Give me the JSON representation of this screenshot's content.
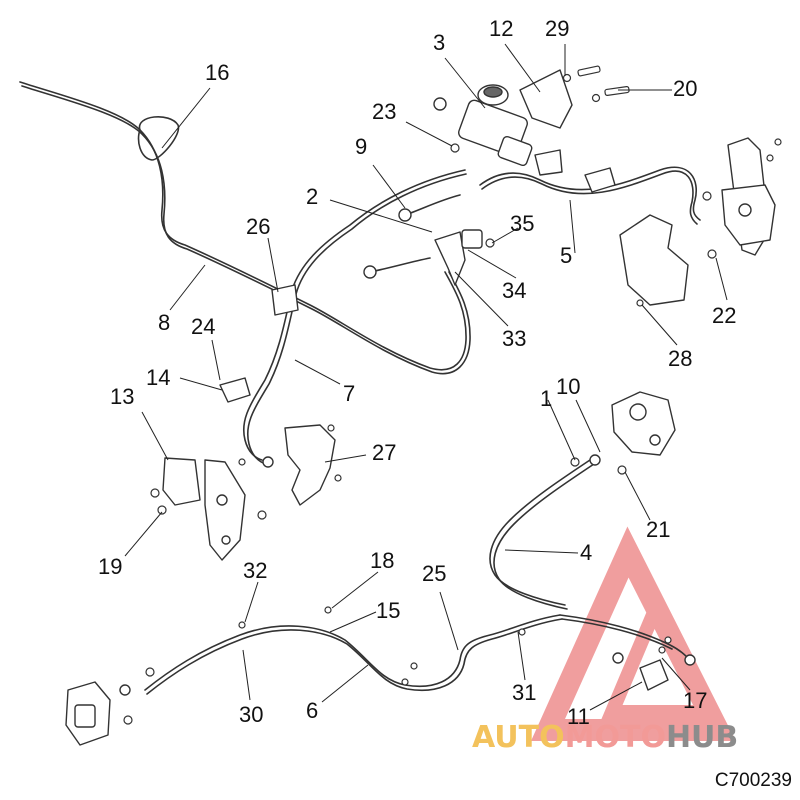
{
  "figure_id": "C700239",
  "watermark": {
    "part1": "AUTO",
    "part2": "MOTO",
    "part3": "HUB",
    "color_auto": "#f3c25c",
    "color_moto": "#f29a97",
    "color_hub": "#8c8c8c",
    "mark_color": "#ee8e8e"
  },
  "callouts": [
    {
      "id": "1",
      "label": "1"
    },
    {
      "id": "2",
      "label": "2"
    },
    {
      "id": "3",
      "label": "3"
    },
    {
      "id": "4",
      "label": "4"
    },
    {
      "id": "5",
      "label": "5"
    },
    {
      "id": "6",
      "label": "6"
    },
    {
      "id": "7",
      "label": "7"
    },
    {
      "id": "8",
      "label": "8"
    },
    {
      "id": "9",
      "label": "9"
    },
    {
      "id": "10",
      "label": "10"
    },
    {
      "id": "11",
      "label": "11"
    },
    {
      "id": "12",
      "label": "12"
    },
    {
      "id": "13",
      "label": "13"
    },
    {
      "id": "14",
      "label": "14"
    },
    {
      "id": "15",
      "label": "15"
    },
    {
      "id": "16",
      "label": "16"
    },
    {
      "id": "17",
      "label": "17"
    },
    {
      "id": "18",
      "label": "18"
    },
    {
      "id": "19",
      "label": "19"
    },
    {
      "id": "20",
      "label": "20"
    },
    {
      "id": "21",
      "label": "21"
    },
    {
      "id": "22",
      "label": "22"
    },
    {
      "id": "23",
      "label": "23"
    },
    {
      "id": "24",
      "label": "24"
    },
    {
      "id": "25",
      "label": "25"
    },
    {
      "id": "26",
      "label": "26"
    },
    {
      "id": "27",
      "label": "27"
    },
    {
      "id": "28",
      "label": "28"
    },
    {
      "id": "29",
      "label": "29"
    },
    {
      "id": "30",
      "label": "30"
    },
    {
      "id": "31",
      "label": "31"
    },
    {
      "id": "32",
      "label": "32"
    },
    {
      "id": "33",
      "label": "33"
    },
    {
      "id": "34",
      "label": "34"
    },
    {
      "id": "35",
      "label": "35"
    }
  ]
}
